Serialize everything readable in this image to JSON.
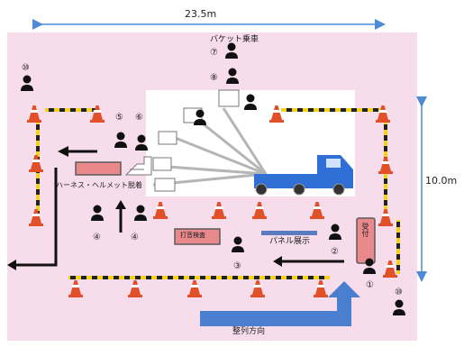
{
  "dimensions": {
    "width_label": "23.5m",
    "height_label": "10.0m"
  },
  "areas": {
    "bucket_ride": "バケット乗車",
    "harness_helmet": "ハーネス・ヘルメット脱着",
    "panel_display": "パネル展示",
    "hammer_test": "打音検査",
    "reception": "受付",
    "queue_direction": "整列方向"
  },
  "markers": {
    "m1": "①",
    "m2": "②",
    "m3": "③",
    "m4a": "④",
    "m4b": "④",
    "m5": "⑤",
    "m6": "⑥",
    "m7": "⑦",
    "m8": "⑧",
    "m10a": "⑩",
    "m10b": "⑩"
  },
  "colors": {
    "zone": "#f7dcec",
    "white_area": "#ffffff",
    "truck": "#2f6fd6",
    "arrow": "#4a7fd0",
    "box_fill": "#e9898c",
    "box_stroke": "#5a5a5a",
    "cone": "#e2502a",
    "barrier_yellow": "#f2d21a",
    "dimension_line": "#4f8ad6"
  }
}
